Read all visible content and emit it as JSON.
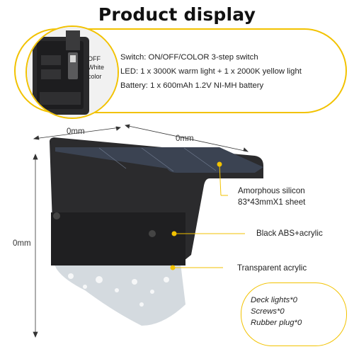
{
  "title": "Product display",
  "switch": {
    "off": "OFF",
    "white": "White",
    "color": "color"
  },
  "specs": [
    "Switch: ON/OFF/COLOR 3-step switch",
    "LED: 1 x 3000K warm light + 1 x 2000K yellow light",
    "Battery: 1 x 600mAh 1.2V NI-MH battery"
  ],
  "dimensions": {
    "width": "0mm",
    "depth": "0mm",
    "height": "0mm"
  },
  "callouts": {
    "solar_line1": "Amorphous silicon",
    "solar_line2": "83*43mmX1 sheet",
    "body": "Black ABS+acrylic",
    "lens": "Transparent acrylic"
  },
  "accessories": [
    "Deck lights*0",
    "Screws*0",
    "Rubber plug*0"
  ],
  "colors": {
    "accent": "#f2c200",
    "housing": "#2b2b2d",
    "panel": "#3b4352"
  }
}
